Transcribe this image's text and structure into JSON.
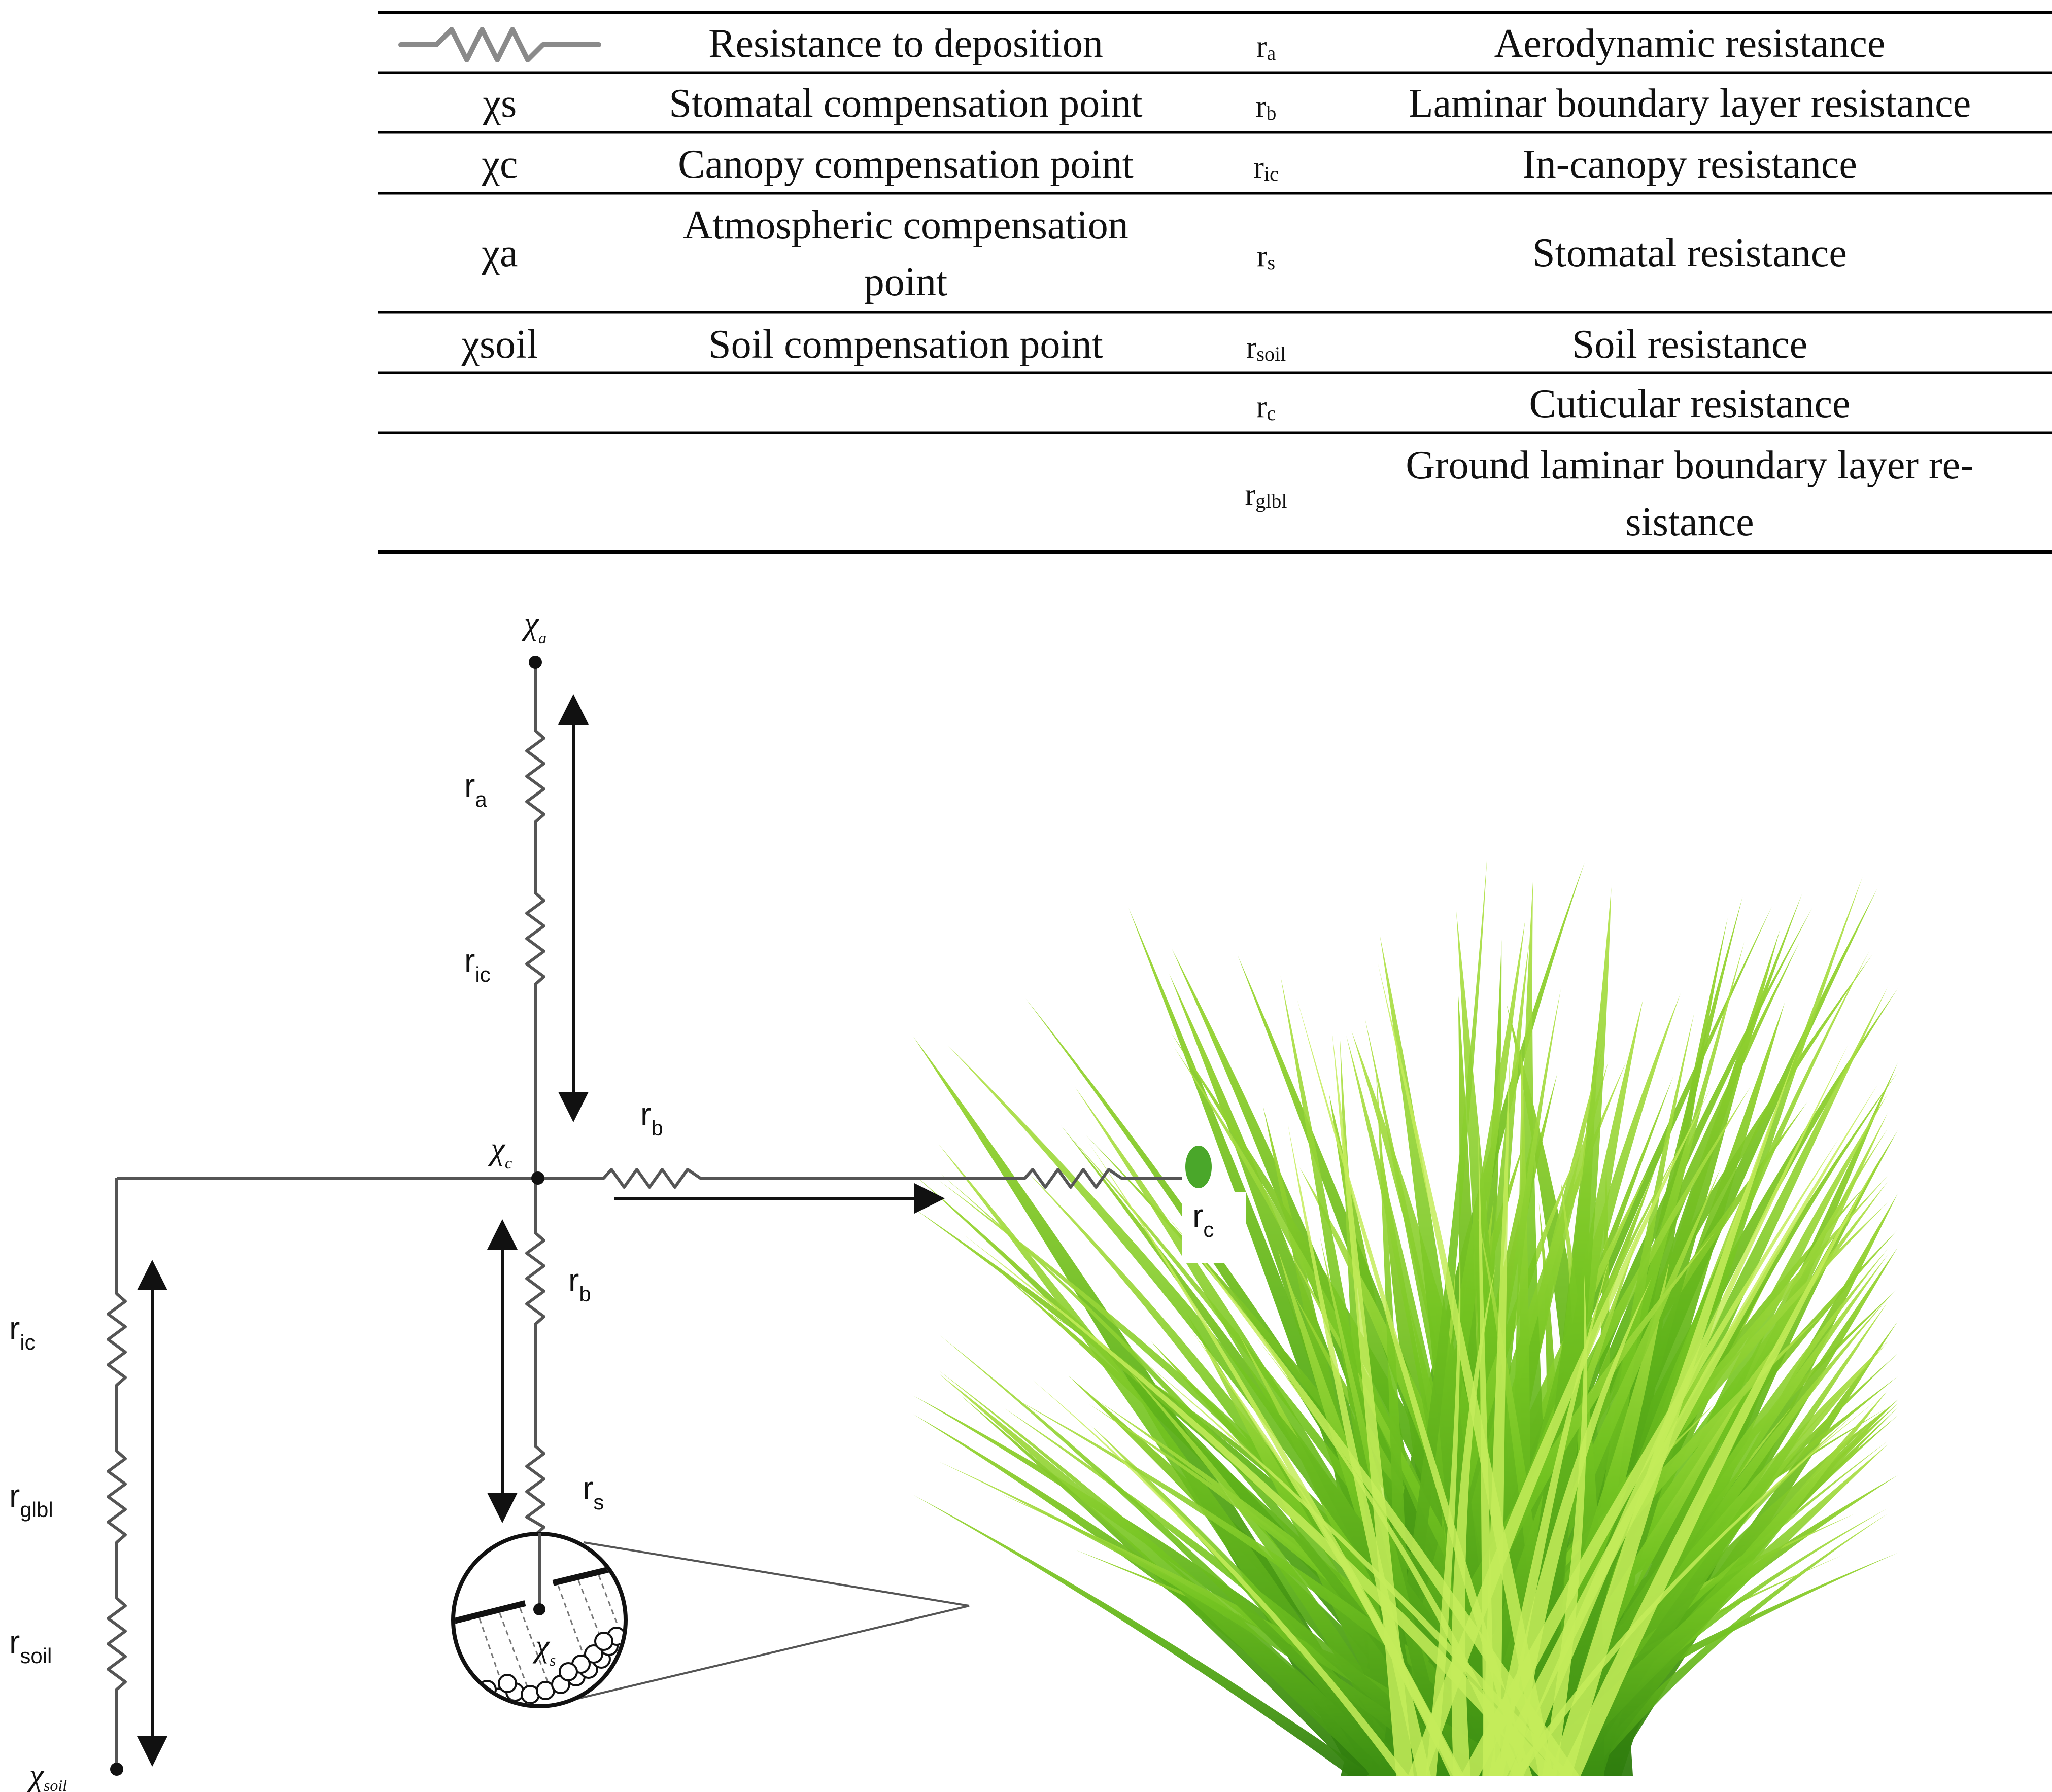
{
  "legend_table": {
    "rows": [
      {
        "sym_left": "",
        "desc_left": "Resistance to deposition",
        "sym_main": "r",
        "sym_sub": "a",
        "desc_right": "Aerodynamic resistance"
      },
      {
        "sym_left": "χs",
        "desc_left": "Stomatal compensation point",
        "sym_main": "r",
        "sym_sub": "b",
        "desc_right": "Laminar boundary layer resistance"
      },
      {
        "sym_left": "χc",
        "desc_left": "Canopy compensation point",
        "sym_main": "r",
        "sym_sub": "ic",
        "desc_right": "In-canopy resistance"
      },
      {
        "sym_left": "χa",
        "desc_left_line1": "Atmospheric compensation",
        "desc_left_line2": "point",
        "sym_main": "r",
        "sym_sub": "s",
        "desc_right": "Stomatal resistance"
      },
      {
        "sym_left": "χsoil",
        "desc_left": "Soil compensation point",
        "sym_main": "r",
        "sym_sub": "soil",
        "desc_right": "Soil resistance"
      },
      {
        "sym_left": "",
        "desc_left": "",
        "sym_main": "r",
        "sym_sub": "c",
        "desc_right": "Cuticular resistance"
      },
      {
        "sym_left": "",
        "desc_left": "",
        "sym_main": "r",
        "sym_sub": "glbl",
        "desc_right_line1": "Ground laminar boundary layer re-",
        "desc_right_line2": "sistance"
      }
    ]
  },
  "diagram": {
    "node_chi_a": {
      "main": "χ",
      "sub": "a"
    },
    "node_chi_c": {
      "main": "χ",
      "sub": "c"
    },
    "node_chi_s": {
      "main": "χ",
      "sub": "s"
    },
    "node_chi_soil": {
      "main": "χ",
      "sub": "soil"
    },
    "label_ra": {
      "main": "r",
      "sub": "a"
    },
    "label_ric_top": {
      "main": "r",
      "sub": "ic"
    },
    "label_rb_right": {
      "main": "r",
      "sub": "b"
    },
    "label_rb_down": {
      "main": "r",
      "sub": "b"
    },
    "label_rs": {
      "main": "r",
      "sub": "s"
    },
    "label_rc": {
      "main": "r",
      "sub": "c"
    },
    "label_ric_left": {
      "main": "r",
      "sub": "ic"
    },
    "label_rglbl": {
      "main": "r",
      "sub": "glbl"
    },
    "label_rsoil": {
      "main": "r",
      "sub": "soil"
    }
  },
  "colors": {
    "line": "#222222",
    "resistor": "#666666",
    "grass_dark": "#3f9a18",
    "grass_mid": "#6cbe1e",
    "grass_light": "#a8df3c"
  }
}
